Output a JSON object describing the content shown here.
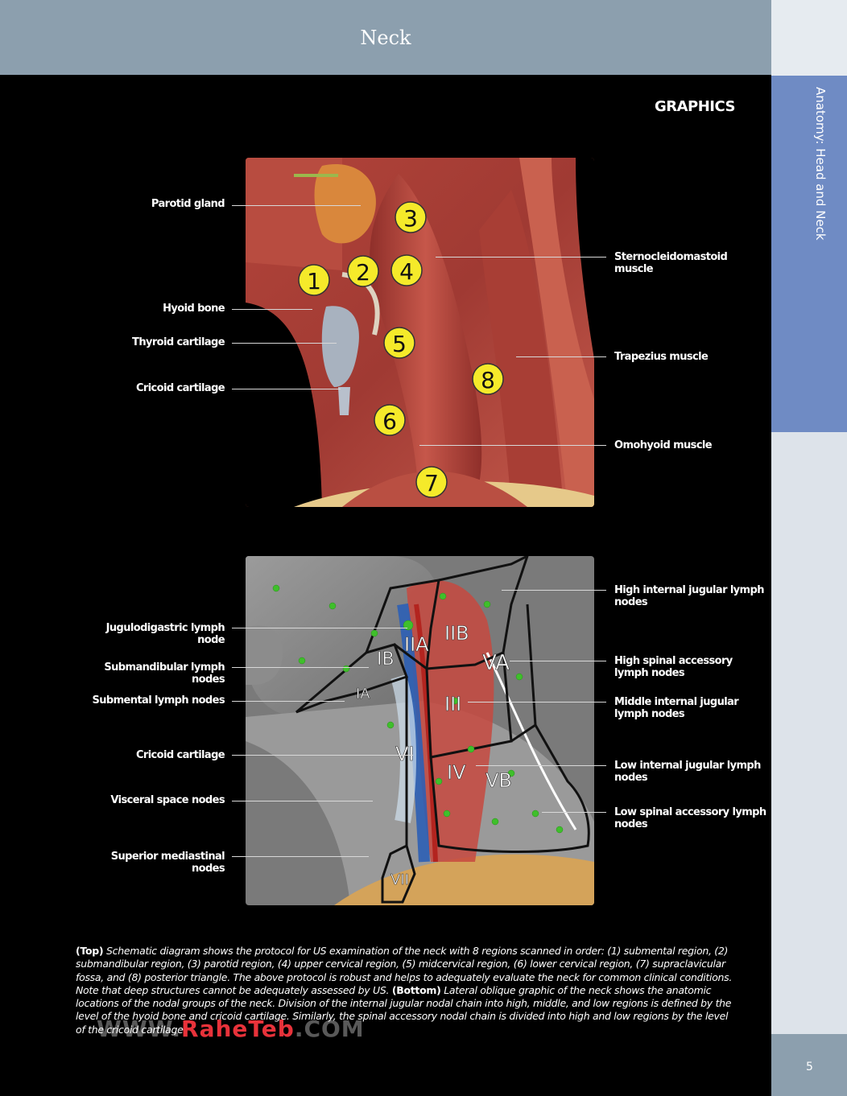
{
  "header": {
    "title": "Neck"
  },
  "side_tab": {
    "label": "Anatomy: Head and Neck"
  },
  "page_number": "5",
  "section_title": "GRAPHICS",
  "top_figure": {
    "markers": [
      "1",
      "2",
      "3",
      "4",
      "5",
      "6",
      "7",
      "8"
    ],
    "left_labels": [
      "Parotid gland",
      "Hyoid bone",
      "Thyroid cartilage",
      "Cricoid cartilage"
    ],
    "right_labels": [
      "Sternocleidomastoid muscle",
      "Trapezius muscle",
      "Omohyoid muscle"
    ]
  },
  "bottom_figure": {
    "levels": [
      "IA",
      "IB",
      "IIA",
      "IIB",
      "III",
      "IV",
      "VA",
      "VB",
      "VI",
      "VII"
    ],
    "left_labels": [
      "Jugulodigastric lymph node",
      "Submandibular lymph nodes",
      "Submental lymph nodes",
      "Cricoid cartilage",
      "Visceral space nodes",
      "Superior mediastinal nodes"
    ],
    "right_labels": [
      "High internal jugular lymph nodes",
      "High spinal accessory lymph nodes",
      "Middle internal jugular lymph nodes",
      "Low internal jugular lymph nodes",
      "Low spinal accessory lymph nodes"
    ]
  },
  "caption": {
    "top_tag": "(Top)",
    "top_text": "Schematic diagram shows the protocol for US examination of the neck with 8 regions scanned in order: (1) submental region, (2) submandibular region, (3) parotid region, (4) upper cervical region, (5) midcervical region, (6) lower cervical region, (7) supraclavicular fossa, and (8) posterior triangle. The above protocol is robust and helps to adequately evaluate the neck for common clinical conditions. Note that deep structures cannot be adequately assessed by US.",
    "bottom_tag": "(Bottom)",
    "bottom_text": "Lateral oblique graphic of the neck shows the anatomic locations of the nodal groups of the neck. Division of the internal jugular nodal chain into high, middle, and low regions is defined by the level of the hyoid bone and cricoid cartilage. Similarly, the spinal accessory nodal chain is divided into high and low regions by the level of the cricoid cartilage."
  },
  "watermark": {
    "prefix": "WWW.",
    "brand": "RaheTeb",
    "suffix": ".COM"
  }
}
